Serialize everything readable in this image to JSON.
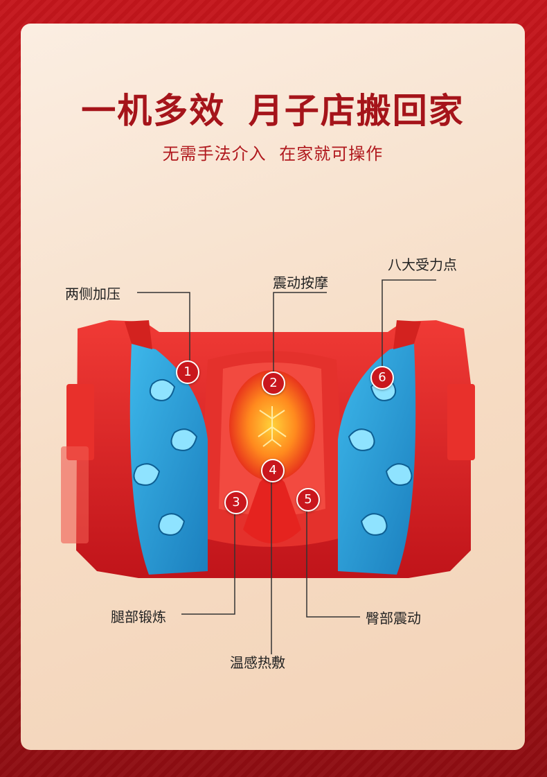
{
  "title": "一机多效 月子店搬回家",
  "subtitle": "无需手法介入 在家就可操作",
  "labels": {
    "both_sides": "两侧加压",
    "vibration_massage": "震动按摩",
    "eight_points": "八大受力点",
    "leg_exercise": "腿部锻炼",
    "hip_vibration": "臀部震动",
    "warm_compress": "温感热敷"
  },
  "markers": [
    "1",
    "2",
    "3",
    "4",
    "5",
    "6"
  ],
  "colors": {
    "brand_red": "#c4161c",
    "title_red": "#a5141a",
    "airbag_blue": "#2fa2d8"
  }
}
